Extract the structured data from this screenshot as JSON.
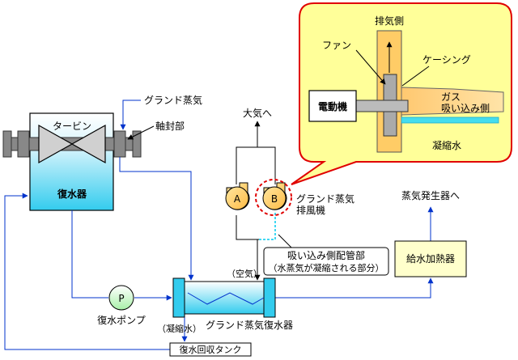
{
  "labels": {
    "turbine": "タービン",
    "condenser": "復水器",
    "gland_steam": "グランド蒸気",
    "shaft_seal": "軸封部",
    "to_atmosphere": "大気へ",
    "fan_a": "A",
    "fan_b": "B",
    "exhauster_line1": "グランド蒸気",
    "exhauster_line2": "排風機",
    "to_steam_generator": "蒸気発生器へ",
    "feedwater_heater": "給水加熱器",
    "note_line1": "吸い込み側配管部",
    "note_line2": "（水蒸気が凝縮される部分）",
    "air": "（空気）",
    "pump": "P",
    "condensate_pump": "復水ポンプ",
    "condensed_water": "（凝縮水）",
    "gland_condenser": "グランド蒸気復水器",
    "recovery_tank": "復水回収タンク"
  },
  "callout": {
    "exhaust_side": "排気側",
    "fan": "ファン",
    "casing": "ケーシング",
    "motor": "電動機",
    "gas": "ガス",
    "suction_side": "吸い込み側",
    "condensate": "凝縮水"
  },
  "colors": {
    "callout_fill": "#ffff99",
    "callout_border": "#e00000",
    "condenser_top": "#ffffff",
    "condenser_bottom": "#33ccee",
    "fan_fill": "#ffcc66",
    "heater_fill": "#ffffcc",
    "line_blue": "#0033cc",
    "condensate_line": "#00ccee",
    "grey": "#888888"
  },
  "icons": {
    "turbine": "bowtie-turbine-icon",
    "fan": "centrifugal-fan-icon",
    "pump": "pump-circle-icon"
  }
}
